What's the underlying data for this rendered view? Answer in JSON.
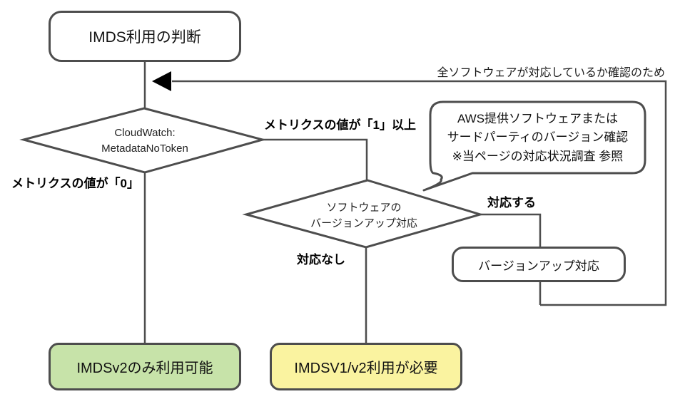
{
  "diagram": {
    "top_note": "全ソフトウェアが対応しているか確認のため",
    "nodes": {
      "start": {
        "label": "IMDS利用の判断"
      },
      "decision_metrics": {
        "line1": "CloudWatch:",
        "line2": "MetadataNoToken"
      },
      "decision_software": {
        "line1": "ソフトウェアの",
        "line2": "バージョンアップ対応"
      },
      "callout": {
        "line1": "AWS提供ソフトウェアまたは",
        "line2": "サードパーティのバージョン確認",
        "line3": "※当ページの対応状況調査 参照"
      },
      "versionup": {
        "label": "バージョンアップ対応"
      },
      "result_green": {
        "label": "IMDSv2のみ利用可能"
      },
      "result_yellow": {
        "label": "IMDSV1/v2利用が必要"
      }
    },
    "edge_labels": {
      "metric_zero": "メトリクスの値が「0」",
      "metric_one_plus": "メトリクスの値が「1」以上",
      "no_support": "対応なし",
      "support": "対応する"
    },
    "colors": {
      "line": "#4d4d4d",
      "arrow": "#000000",
      "shape_fill": "#ffffff",
      "green_fill": "#c7e3a9",
      "yellow_fill": "#faf3a0"
    }
  }
}
